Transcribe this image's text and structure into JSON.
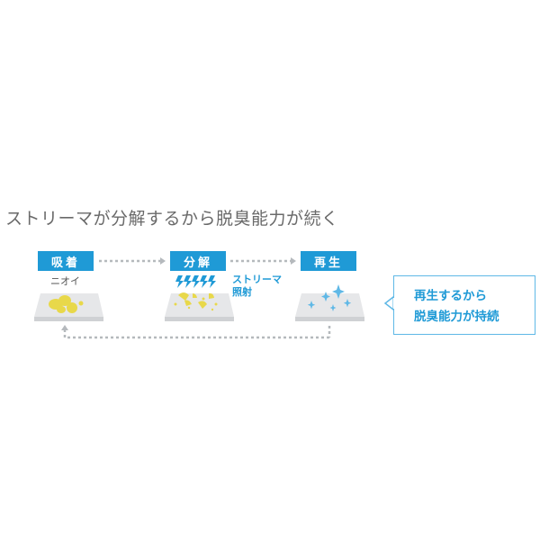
{
  "title": "ストリーマが分解するから脱臭能力が続く",
  "steps": [
    {
      "label": "吸着",
      "sub": "ニオイ"
    },
    {
      "label": "分解",
      "note_line1": "ストリーマ",
      "note_line2": "照射"
    },
    {
      "label": "再生"
    }
  ],
  "callout": {
    "line1": "再生するから",
    "line2": "脱臭能力が持続"
  },
  "colors": {
    "accent": "#1f9ad6",
    "odor": "#e8d84a",
    "plate": "#e6e7e9",
    "dots": "#b5b9bd"
  }
}
